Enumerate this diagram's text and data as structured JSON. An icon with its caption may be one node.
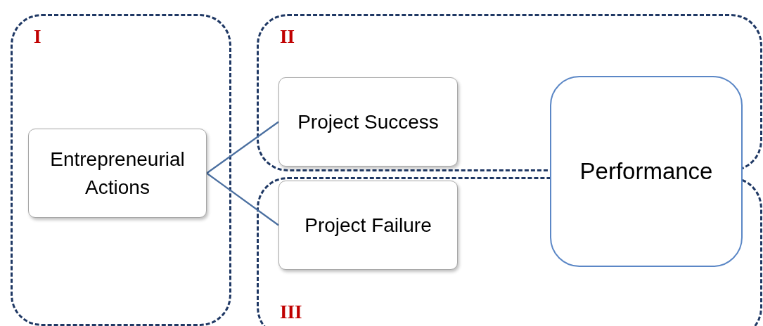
{
  "diagram": {
    "nodes": [
      {
        "text": [
          "I"
        ]
      },
      {
        "text": [
          "Entrepreneurial Actions"
        ],
        "in": 0
      },
      {
        "text": [
          "II"
        ]
      },
      {
        "text": [
          "Project Success"
        ],
        "in": 2
      },
      {
        "text": [
          "Performance"
        ]
      },
      {
        "text": [
          "III"
        ]
      },
      {
        "text": [
          "Project Failure"
        ],
        "in": 5
      }
    ],
    "edges": [
      {
        "from": 1,
        "to": 3,
        "arrow": "none"
      },
      {
        "from": 1,
        "to": 6,
        "arrow": "none"
      }
    ]
  }
}
